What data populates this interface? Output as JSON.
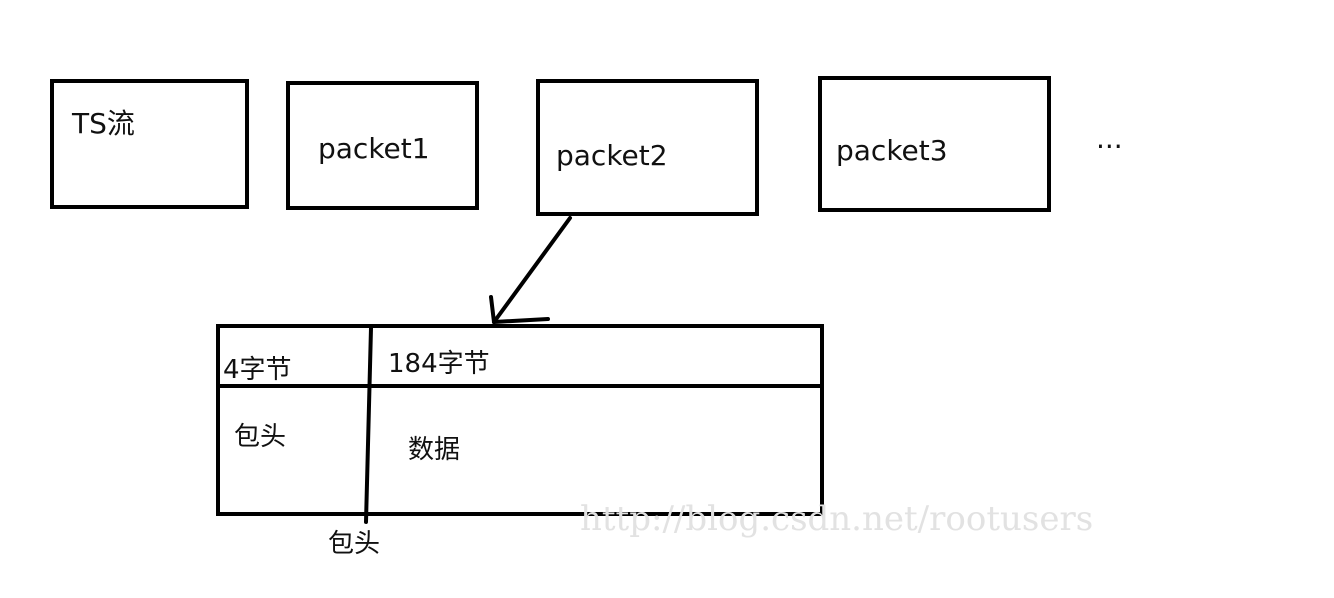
{
  "stream_label": "TS流",
  "packets": [
    "packet1",
    "packet2",
    "packet3"
  ],
  "ellipsis": "...",
  "packet_detail": {
    "header_size": "4字节",
    "payload_size": "184字节",
    "header_label": "包头",
    "payload_label": "数据",
    "header_caption": "包头"
  },
  "watermark": "http://blog.csdn.net/rootusers"
}
